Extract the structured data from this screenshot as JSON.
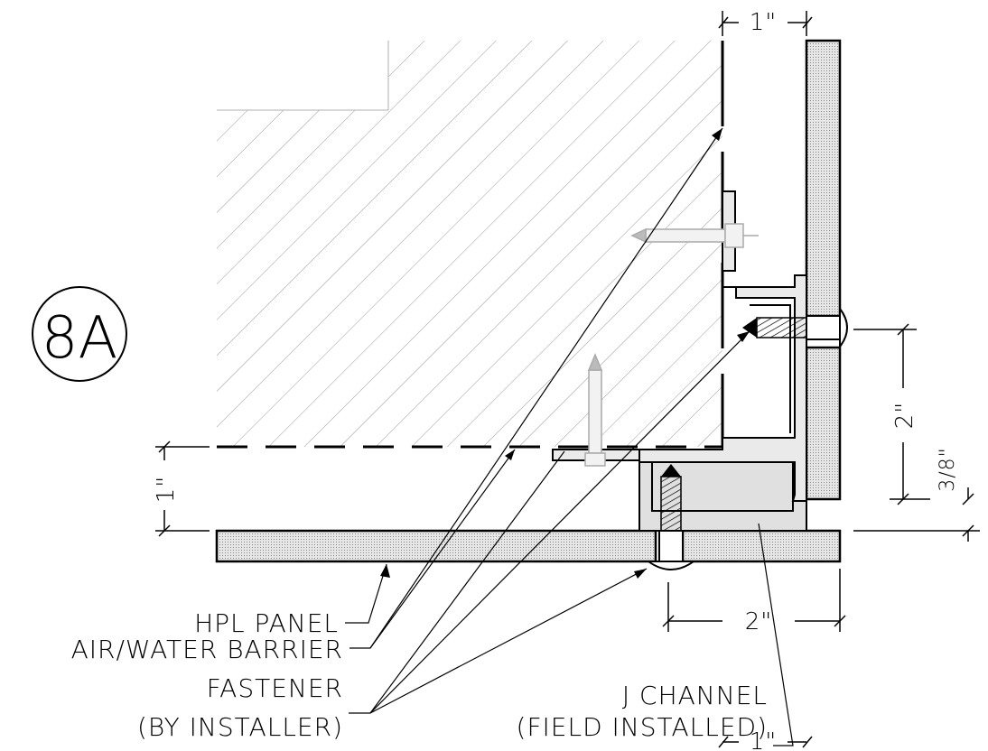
{
  "detail": {
    "id": "8A"
  },
  "dimensions": {
    "top": "1\"",
    "left": "1\"",
    "right": "2\"",
    "right_small": "3/8\"",
    "bottom": "2\"",
    "bottom_edge": "1\""
  },
  "labels": {
    "hpl_panel": "HPL PANEL",
    "barrier": "AIR/WATER BARRIER",
    "fastener_1": "FASTENER",
    "fastener_2": "(BY INSTALLER)",
    "jchannel_1": "J CHANNEL",
    "jchannel_2": "(FIELD INSTALLED)"
  },
  "colors": {
    "line": "#000000",
    "hatch": "#9a9a9a",
    "panel_fill": "#d6d6d6"
  }
}
